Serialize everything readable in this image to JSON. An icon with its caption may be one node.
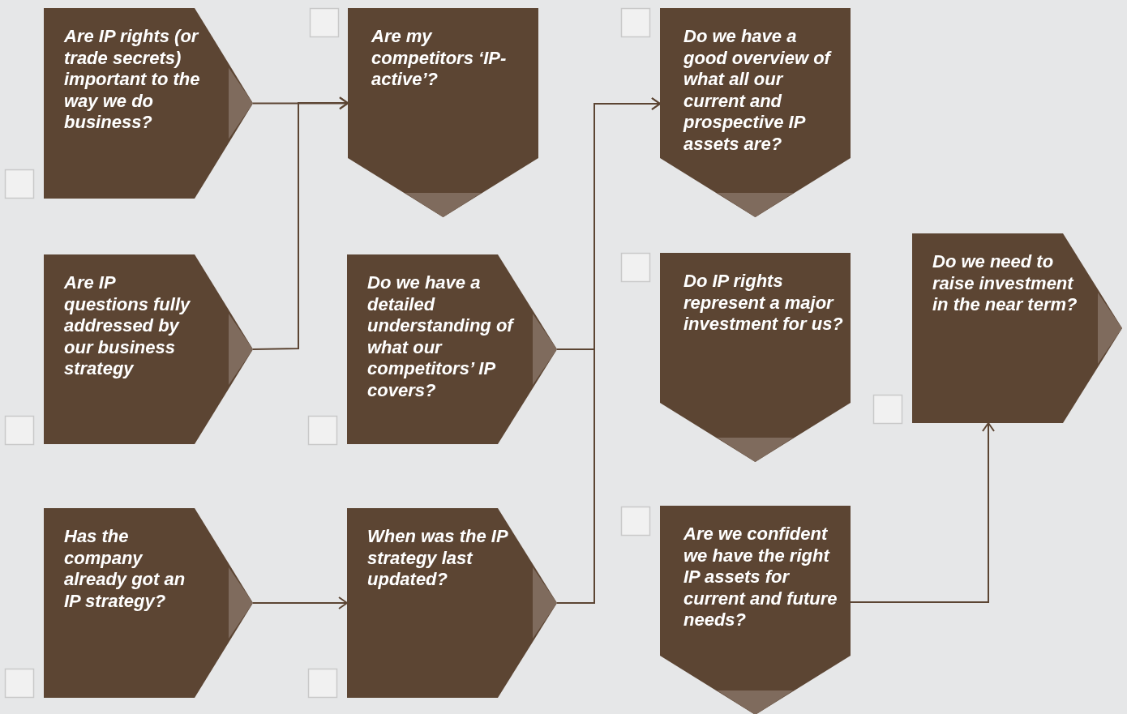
{
  "diagram": {
    "nodes": [
      {
        "text": [
          "Are IP rights (or trade secrets) important to the way we do business?"
        ]
      },
      {
        "text": [
          "Are my competitors ‘IP-active’?"
        ]
      },
      {
        "text": [
          "Do we have a good overview of what all our current and prospective IP assets are?"
        ]
      },
      {
        "text": [
          "Are IP questions fully addressed by our business strategy"
        ]
      },
      {
        "text": [
          "Do we have a detailed understanding of what our competitors’ IP covers?"
        ]
      },
      {
        "text": [
          "Do IP rights represent a major investment for us?"
        ]
      },
      {
        "text": [
          "Do we need to raise investment in the near term?"
        ]
      },
      {
        "text": [
          "Has the company already got an IP strategy?"
        ]
      },
      {
        "text": [
          "When was the IP strategy last updated?"
        ]
      },
      {
        "text": [
          "Are we confident we have the right IP assets for current and future needs?"
        ]
      }
    ],
    "edges": [
      {
        "from": 0,
        "to": 1,
        "arrow": "to"
      },
      {
        "from": 3,
        "to": 1,
        "arrow": "to"
      },
      {
        "from": 4,
        "to": 2,
        "arrow": "to"
      },
      {
        "from": 8,
        "to": 2,
        "arrow": "to"
      },
      {
        "from": 7,
        "to": 8,
        "arrow": "to"
      },
      {
        "from": 9,
        "to": 6,
        "arrow": "to"
      }
    ]
  }
}
